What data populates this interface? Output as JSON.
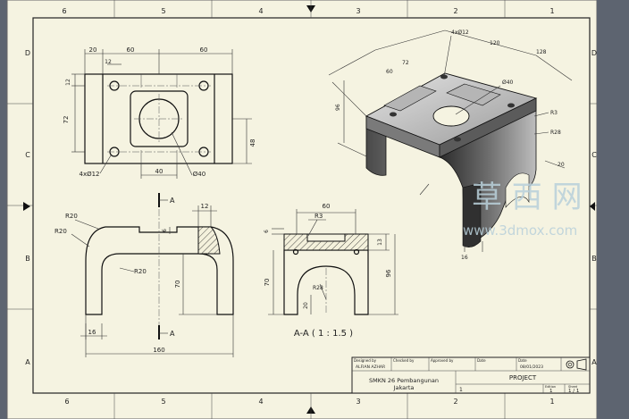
{
  "frame": {
    "top_zones": [
      "6",
      "5",
      "4",
      "3",
      "2",
      "1"
    ],
    "side_zones": [
      "D",
      "C",
      "B",
      "A"
    ],
    "bottom_zones": [
      "6",
      "5",
      "4",
      "3",
      "2",
      "1"
    ]
  },
  "top_view": {
    "dims": {
      "d20": "20",
      "d60a": "60",
      "d60b": "60",
      "d12v": "12",
      "d12h": "12",
      "d72": "72",
      "d48": "48",
      "d40": "40",
      "hole40": "Ø40",
      "holes": "4xØ12"
    }
  },
  "front_view": {
    "dims": {
      "r20a": "R20",
      "r20b": "R20",
      "r20c": "R20",
      "d12": "12",
      "d6": "6",
      "d70": "70",
      "d16": "16",
      "d160": "160",
      "sec_a_top": "A",
      "sec_a_bottom": "A"
    }
  },
  "section_view": {
    "dims": {
      "d60": "60",
      "r3": "R3",
      "d6": "6",
      "d13": "13",
      "d70": "70",
      "d96": "96",
      "d20": "20",
      "r28": "R28"
    },
    "label": "A-A ( 1 : 1.5 )"
  },
  "iso_view": {
    "labels": {
      "d1": "4xØ12",
      "d2": "Ø40",
      "d3": "60",
      "d4": "96",
      "d5": "72",
      "d6": "128",
      "d7": "R3",
      "d8": "120",
      "d9": "R28",
      "d10": "16",
      "d11": "20"
    }
  },
  "title_block": {
    "designed_by_label": "Designed by",
    "designed_by": "ALFIAN AZHAR",
    "checked_by_label": "Checked by",
    "approved_by_label": "Approved by",
    "date_label": "Date",
    "date2_label": "Date",
    "date_value": "08/01/2023",
    "school": "SMKN 26 Pembangunan",
    "city": "Jakarta",
    "title": "PROJECT",
    "part_no": "1",
    "edition_label": "Edition",
    "edition": "1",
    "sheet_label": "Sheet",
    "sheet": "1 / 1"
  },
  "watermark": {
    "cn": "草 西 网",
    "url": "www.3dmox.com"
  }
}
